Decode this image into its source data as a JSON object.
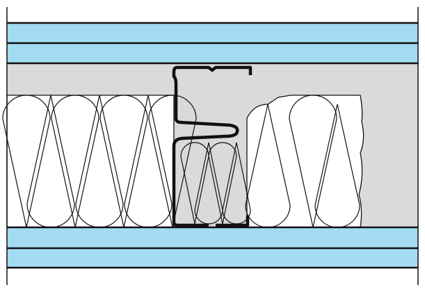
{
  "diagram": {
    "type": "wall-section",
    "colors": {
      "board": "#a3dbf3",
      "cavity": "#d9dadc",
      "insulation": "#ffffff",
      "line": "#111111"
    },
    "layers": [
      "board",
      "board",
      "cavity-with-insulation-and-stud",
      "board",
      "board"
    ]
  }
}
